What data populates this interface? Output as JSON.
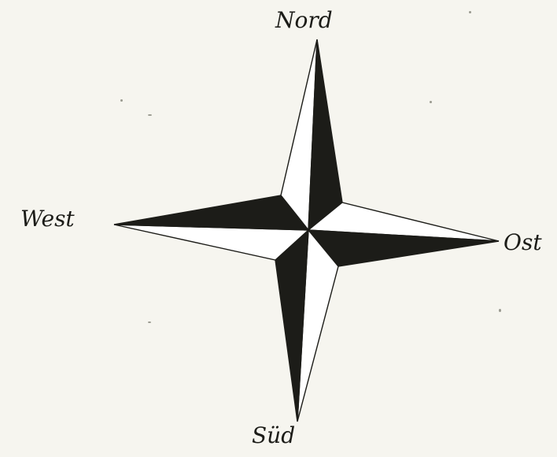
{
  "labels": {
    "north": "Nord",
    "west": "West",
    "east": "Ost",
    "south": "Süd"
  },
  "colors": {
    "background": "#f6f5ef",
    "ink": "#1c1c18",
    "light_face": "#ffffff"
  }
}
